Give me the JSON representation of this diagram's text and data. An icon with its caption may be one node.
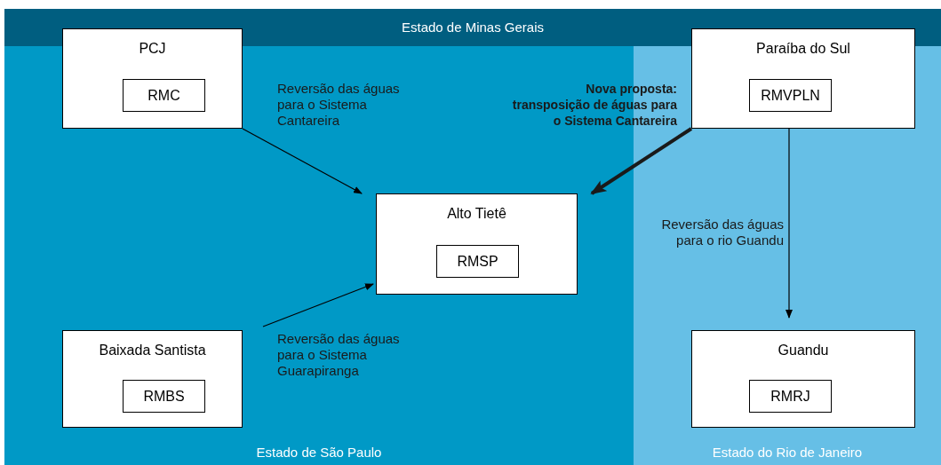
{
  "diagram": {
    "nodes": [
      {
        "text": [
          "Estado de Minas Gerais"
        ]
      },
      {
        "text": [
          "Estado de São Paulo"
        ]
      },
      {
        "text": [
          "Estado do Rio de Janeiro"
        ]
      },
      {
        "text": [
          "PCJ"
        ]
      },
      {
        "text": [
          "RMC"
        ],
        "in": 3
      },
      {
        "text": [
          "Paraíba do Sul"
        ]
      },
      {
        "text": [
          "RMVPLN"
        ],
        "in": 5
      },
      {
        "text": [
          "Alto Tietê"
        ],
        "in": 1
      },
      {
        "text": [
          "RMSP"
        ],
        "in": 7
      },
      {
        "text": [
          "Baixada Santista"
        ],
        "in": 1
      },
      {
        "text": [
          "RMBS"
        ],
        "in": 9
      },
      {
        "text": [
          "Guandu"
        ],
        "in": 2
      },
      {
        "text": [
          "RMRJ"
        ],
        "in": 11
      }
    ],
    "edges": [
      {
        "from": 3,
        "to": 7,
        "arrow": "to",
        "label": "Reversão das águas para o Sistema Cantareira"
      },
      {
        "from": 5,
        "to": 7,
        "arrow": "to",
        "style": "thick",
        "label": "Nova proposta: transposição de águas para o Sistema Cantareira"
      },
      {
        "from": 9,
        "to": 7,
        "arrow": "to",
        "label": "Reversão das águas para o Sistema Guarapiranga"
      },
      {
        "from": 5,
        "to": 11,
        "arrow": "to",
        "label": "Reversão das águas para o rio Guandu"
      }
    ]
  }
}
